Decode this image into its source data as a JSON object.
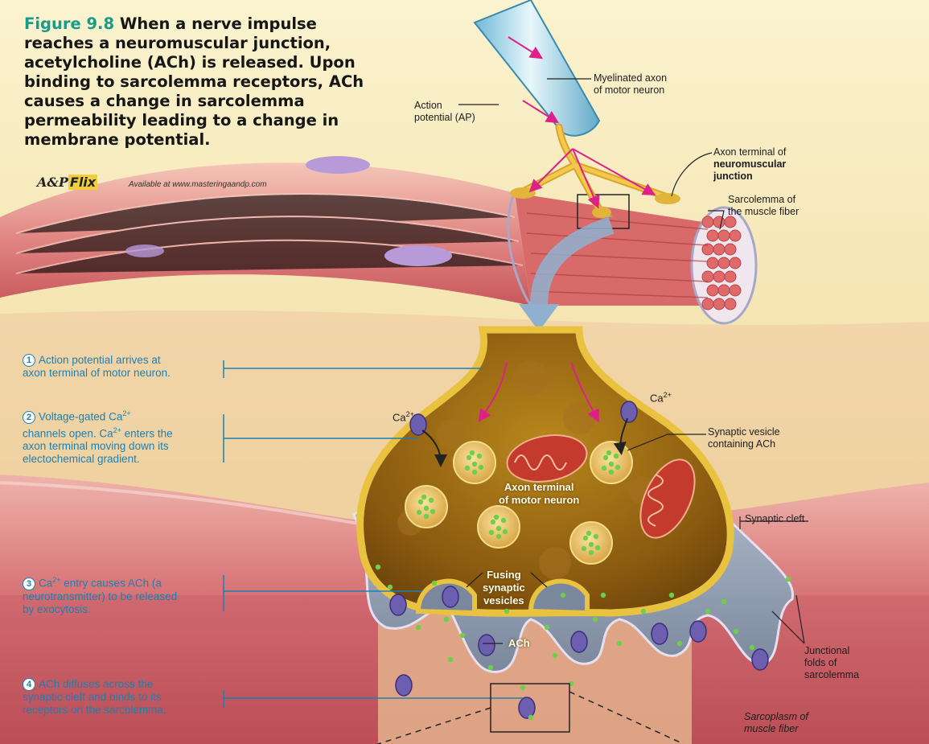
{
  "title": {
    "figure": "Figure 9.8",
    "text": "When a nerve impulse reaches a neuromuscular junction, acetylcholine (ACh) is released. Upon binding to sarcolemma receptors, ACh causes a change in sarcolemma permeability leading to a change in membrane potential."
  },
  "brand": {
    "prefix": "A&P",
    "flix": "Flix",
    "available": "Available at www.masteringaandp.com"
  },
  "labels": {
    "action_potential_1": "Action",
    "action_potential_2": "potential (AP)",
    "myelinated_1": "Myelinated axon",
    "myelinated_2": "of motor neuron",
    "axon_terminal_1": "Axon terminal of",
    "axon_terminal_2": "neuromuscular",
    "axon_terminal_3": "junction",
    "sarcolemma_1": "Sarcolemma of",
    "sarcolemma_2": "the muscle fiber",
    "vesicle_1": "Synaptic vesicle",
    "vesicle_2": "containing ACh",
    "synaptic_cleft": "Synaptic cleft",
    "folds_1": "Junctional",
    "folds_2": "folds of",
    "folds_3": "sarcolemma",
    "sarcoplasm_1": "Sarcoplasm of",
    "sarcoplasm_2": "muscle fiber",
    "terminal_inner_1": "Axon terminal",
    "terminal_inner_2": "of motor neuron",
    "fusing_1": "Fusing",
    "fusing_2": "synaptic",
    "fusing_3": "vesicles",
    "ach": "ACh",
    "ca": "Ca",
    "ca_charge": "2+"
  },
  "steps": [
    {
      "num": "1",
      "l1": "Action potential arrives at",
      "l2": "axon terminal of motor neuron."
    },
    {
      "num": "2",
      "l1a": "Voltage-gated Ca",
      "l1sup": "2+",
      "l2a": "channels open. Ca",
      "l2sup": "2+",
      "l2b": " enters the",
      "l3": "axon terminal moving down its",
      "l4": "electochemical gradient."
    },
    {
      "num": "3",
      "l1a": "Ca",
      "l1sup": "2+",
      "l1b": " entry causes ACh (a",
      "l2": "neurotransmitter) to be released",
      "l3": "by exocytosis."
    },
    {
      "num": "4",
      "l1": "ACh diffuses across the",
      "l2": "synaptic cleft and binds to its",
      "l3": "receptors on the sarcolemma."
    }
  ],
  "colors": {
    "step_blue": "#1f7fb0",
    "title_teal": "#1a9b8a",
    "terminal_gold": "#c89a1c",
    "muscle_red": "#c0454a",
    "arrow_magenta": "#e0208a"
  }
}
